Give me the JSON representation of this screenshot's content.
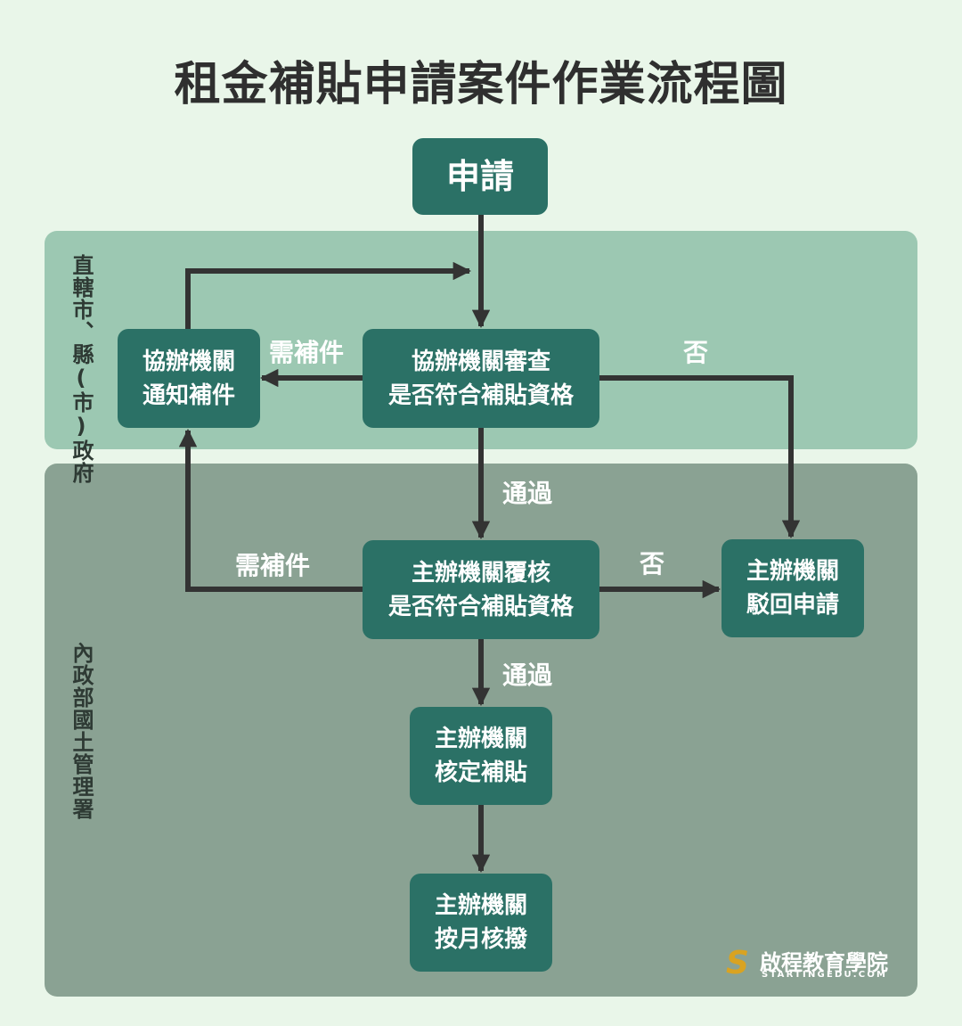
{
  "title": "租金補貼申請案件作業流程圖",
  "lanes": {
    "top": "直轄市、縣(市)政府",
    "bottom": "內政部國土管理署"
  },
  "nodes": {
    "apply": "申請",
    "co_review": [
      "協辦機關審查",
      "是否符合補貼資格"
    ],
    "co_notice": [
      "協辦機關",
      "通知補件"
    ],
    "main_recheck": [
      "主辦機關覆核",
      "是否符合補貼資格"
    ],
    "main_reject": [
      "主辦機關",
      "駁回申請"
    ],
    "main_approve": [
      "主辦機關",
      "核定補貼"
    ],
    "main_pay": [
      "主辦機關",
      "按月核撥"
    ]
  },
  "edge_labels": {
    "co_need_docs": "需補件",
    "co_no": "否",
    "co_pass": "通過",
    "main_need_docs": "需補件",
    "main_no": "否",
    "main_pass": "通過"
  },
  "logo": {
    "name": "啟程教育學院",
    "url": "STARTINGEDU.COM"
  },
  "colors": {
    "background": "#e9f6e9",
    "lane_top": "#9cc8b2",
    "lane_bottom": "#8aa293",
    "node": "#2b7166",
    "arrow": "#333333",
    "logo_accent": "#d9a321"
  }
}
